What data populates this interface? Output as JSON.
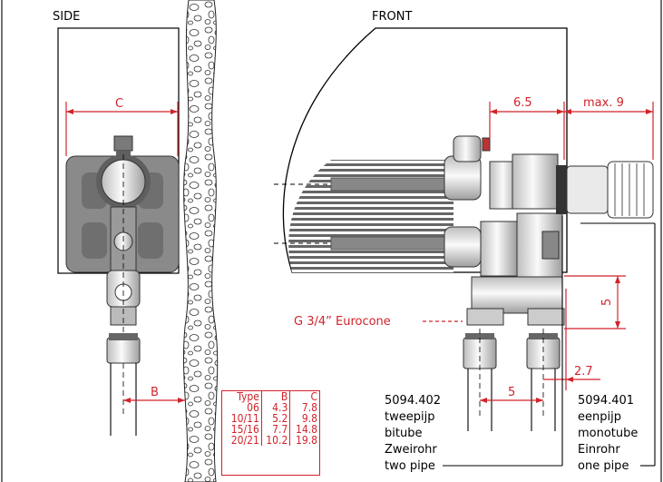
{
  "views": {
    "side": "SIDE",
    "front": "FRONT"
  },
  "dimensions": {
    "c": "C",
    "b": "B",
    "d65": "6.5",
    "max9": "max. 9",
    "d5_vertical": "5",
    "d5_horizontal": "5",
    "d27": "2.7"
  },
  "connector_label": "G 3/4” Eurocone",
  "table": {
    "headers": [
      "Type",
      "B",
      "C"
    ],
    "rows": [
      [
        "06",
        "4.3",
        "7.8"
      ],
      [
        "10/11",
        "5.2",
        "9.8"
      ],
      [
        "15/16",
        "7.7",
        "14.8"
      ],
      [
        "20/21",
        "10.2",
        "19.8"
      ]
    ]
  },
  "products": {
    "left": {
      "code": "5094.402",
      "lines": [
        "tweepijp",
        "bitube",
        "Zweirohr",
        "two pipe"
      ]
    },
    "right": {
      "code": "5094.401",
      "lines": [
        "eenpijp",
        "monotube",
        "Einrohr",
        "one pipe"
      ]
    }
  },
  "colors": {
    "dimension": "#d2232a",
    "valve_dark": "#8a8a8a",
    "valve_light": "#d9d9d9",
    "radiator_fin": "#777777"
  }
}
